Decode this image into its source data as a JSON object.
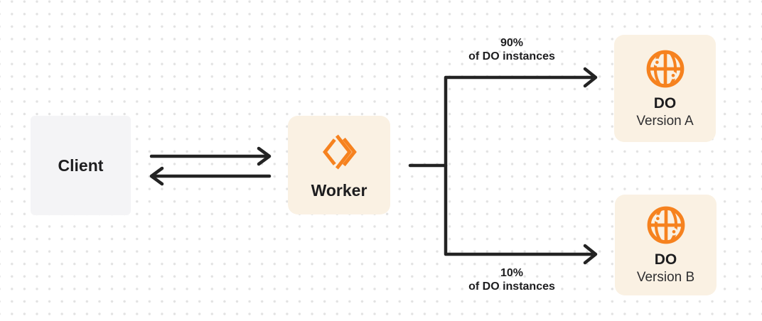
{
  "colors": {
    "accent_orange": "#F6821F",
    "box_cream": "#FAF1E3",
    "box_gray": "#F4F4F6",
    "line_color": "#232323",
    "text_dark": "#1D1D1F",
    "text_secondary": "#2E2E30",
    "dot_color": "#E2E2E2",
    "canvas_bg": "#FFFFFF"
  },
  "nodes": {
    "client": {
      "label": "Client"
    },
    "worker": {
      "label": "Worker",
      "icon": "cloudflare-workers-icon"
    },
    "do_a": {
      "title": "DO",
      "subtitle": "Version A",
      "icon": "durable-object-globe-icon"
    },
    "do_b": {
      "title": "DO",
      "subtitle": "Version B",
      "icon": "durable-object-globe-icon"
    }
  },
  "branches": {
    "top": {
      "percent": "90%",
      "caption": "of DO instances"
    },
    "bottom": {
      "percent": "10%",
      "caption": "of DO instances"
    }
  }
}
